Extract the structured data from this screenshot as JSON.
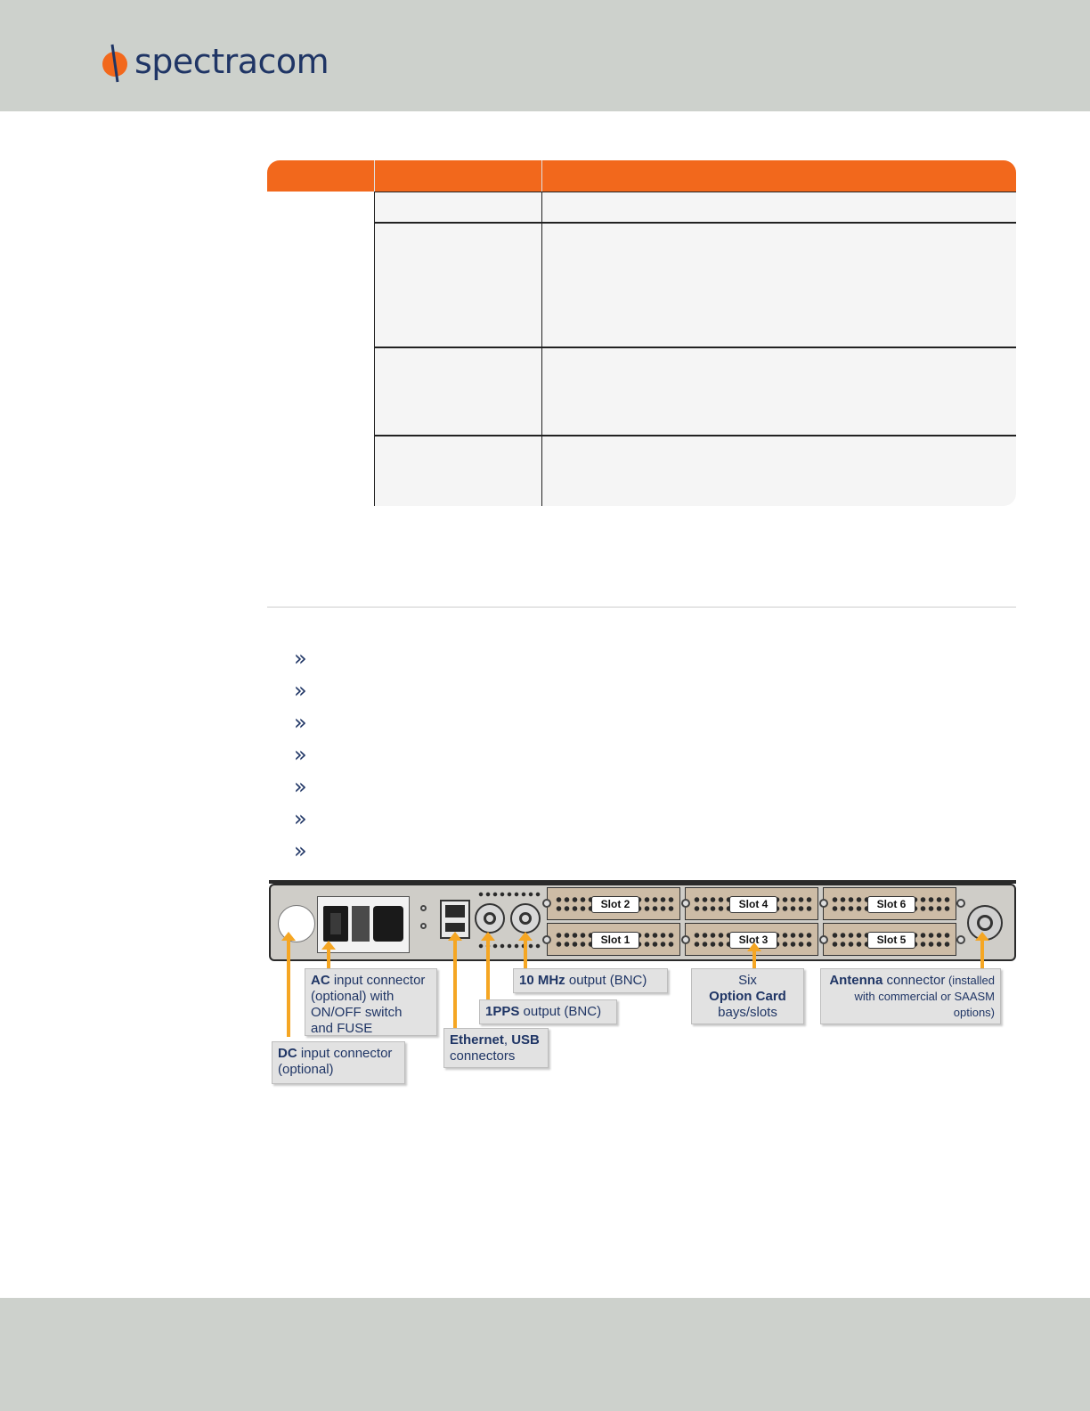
{
  "header": {
    "logo_text": "spectracom"
  },
  "bullets": {
    "marker": "»",
    "count": 7
  },
  "diagram": {
    "slots": [
      {
        "label": "Slot 2"
      },
      {
        "label": "Slot 4"
      },
      {
        "label": "Slot 6"
      },
      {
        "label": "Slot 1"
      },
      {
        "label": "Slot 3"
      },
      {
        "label": "Slot 5"
      }
    ],
    "callouts": {
      "ac": {
        "bold": "AC",
        "text1": " input connector",
        "text2": "(optional) with",
        "text3": "ON/OFF switch",
        "text4": "and FUSE"
      },
      "dc": {
        "bold": "DC",
        "text1": " input connector",
        "text2": "(optional)"
      },
      "eth": {
        "bold": "Ethernet",
        "text1": ", ",
        "bold2": "USB",
        "text2": "connectors"
      },
      "pps": {
        "bold": "1PPS",
        "text1": " output (BNC)"
      },
      "mhz": {
        "bold": "10 MHz",
        "text1": " output (BNC)"
      },
      "slots": {
        "text1": "Six",
        "bold": "Option Card",
        "text2": "bays/slots"
      },
      "antenna": {
        "bold": "Antenna",
        "text1": " connector",
        "small1": " (installed",
        "small2": "with commercial or SAASM",
        "small3": "options)"
      }
    }
  },
  "colors": {
    "header_bg": "#cdd1cc",
    "table_header": "#f2681c",
    "brand_navy": "#1f3565",
    "callout_arrow": "#f5a623"
  }
}
